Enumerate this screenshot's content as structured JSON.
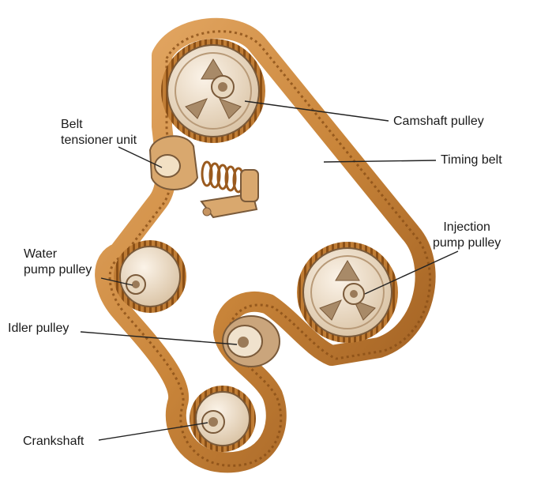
{
  "labels": {
    "camshaft_pulley": "Camshaft pulley",
    "timing_belt": "Timing belt",
    "belt_tensioner_line1": "Belt",
    "belt_tensioner_line2": "tensioner unit",
    "injection_line1": "Injection",
    "injection_line2": "pump pulley",
    "water_line1": "Water",
    "water_line2": "pump pulley",
    "idler_pulley": "Idler pulley",
    "crankshaft": "Crankshaft"
  },
  "colors": {
    "belt": "#c9853a",
    "belt_dark": "#8a4f16",
    "belt_light": "#e8b070",
    "pulley": "#f3e6d4",
    "pulley_shade": "#d8bfa0",
    "pulley_edge": "#7a5a3a",
    "leader": "#222222"
  }
}
